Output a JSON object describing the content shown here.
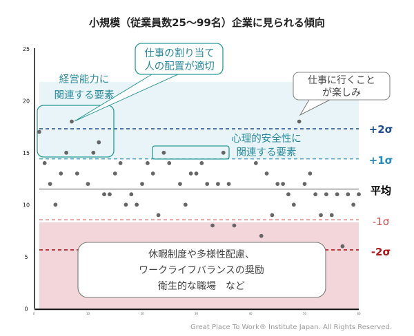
{
  "chart_data": {
    "type": "scatter",
    "title": "小規模（従業員数25～99名）企業に見られる傾向",
    "xlim": [
      0,
      60
    ],
    "ylim": [
      0,
      25
    ],
    "xticks": [
      "0",
      "10",
      "20",
      "30",
      "40",
      "50",
      "60"
    ],
    "yticks": [
      "0",
      "5",
      "10",
      "15",
      "20",
      "25"
    ],
    "points": [
      [
        1,
        17
      ],
      [
        2,
        14
      ],
      [
        3,
        12
      ],
      [
        4,
        10
      ],
      [
        5,
        13
      ],
      [
        6,
        15
      ],
      [
        7,
        18
      ],
      [
        8,
        13
      ],
      [
        10,
        12
      ],
      [
        11,
        15
      ],
      [
        12,
        16
      ],
      [
        13,
        11
      ],
      [
        14,
        11
      ],
      [
        15,
        13
      ],
      [
        16,
        14
      ],
      [
        17,
        10
      ],
      [
        18,
        11
      ],
      [
        19,
        10
      ],
      [
        20,
        12
      ],
      [
        21,
        14
      ],
      [
        22,
        13
      ],
      [
        23,
        9
      ],
      [
        24,
        15
      ],
      [
        25,
        14
      ],
      [
        27,
        12
      ],
      [
        28,
        10
      ],
      [
        29,
        13
      ],
      [
        30,
        13
      ],
      [
        31,
        14
      ],
      [
        32,
        12
      ],
      [
        33,
        8
      ],
      [
        34,
        12
      ],
      [
        35,
        15
      ],
      [
        36,
        12
      ],
      [
        37,
        8
      ],
      [
        41,
        14
      ],
      [
        42,
        7
      ],
      [
        43,
        13
      ],
      [
        44,
        9
      ],
      [
        45,
        12
      ],
      [
        46,
        12
      ],
      [
        47,
        11
      ],
      [
        48,
        10
      ],
      [
        49,
        18
      ],
      [
        50,
        12
      ],
      [
        51,
        13
      ],
      [
        52,
        11
      ],
      [
        53,
        9
      ],
      [
        54,
        11
      ],
      [
        55,
        9
      ],
      [
        56,
        11
      ],
      [
        57,
        6
      ],
      [
        58,
        11
      ],
      [
        59,
        10
      ],
      [
        60,
        11
      ]
    ],
    "reference_lines": [
      {
        "label": "+2σ",
        "value": 17.3,
        "color": "#1f4e8c"
      },
      {
        "label": "+1σ",
        "value": 14.4,
        "color": "#2a8ab8"
      },
      {
        "label": "平均",
        "value": 11.5,
        "color": "#000000"
      },
      {
        "label": "-1σ",
        "value": 8.55,
        "color": "#d04a4a"
      },
      {
        "label": "-2σ",
        "value": 5.65,
        "color": "#b01818"
      }
    ],
    "bands": [
      {
        "from": 14.4,
        "to": 21.8,
        "color": "#e8f4f8"
      },
      {
        "from": 0,
        "to": 8.3,
        "color": "#f3d6da"
      }
    ],
    "annotations": {
      "management": [
        "経営能力に",
        "関連する要素"
      ],
      "assignment": [
        "仕事の割り当て",
        "人の配置が適切"
      ],
      "enjoy": [
        "仕事に行くこと",
        "が楽しみ"
      ],
      "safety": [
        "心理的安全性に",
        "関連する要素"
      ],
      "hygiene": [
        "休暇制度や多様性配慮、",
        "ワークライフバランスの奨励",
        "衛生的な職場　など"
      ]
    }
  },
  "footer": "Great Place To Work® Institute Japan. All Rights Reserved."
}
